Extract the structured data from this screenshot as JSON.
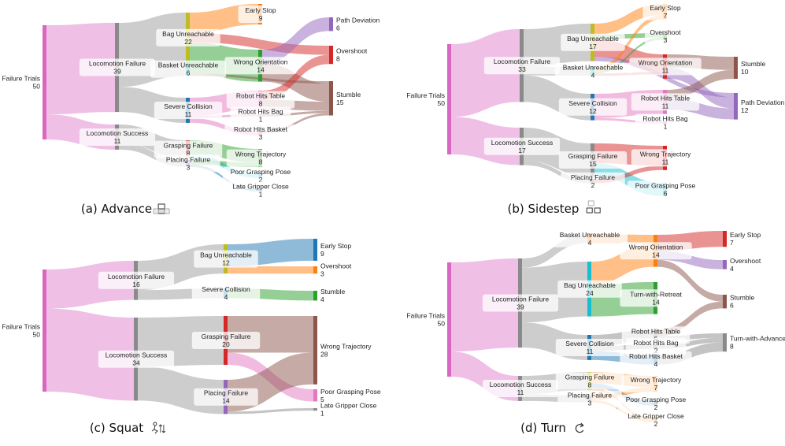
{
  "colors": {
    "root": "#d966c0",
    "gray": "#8a8a8a",
    "orange": "#ff7f0e",
    "purple": "#9467bd",
    "red": "#d62728",
    "brown": "#8c564b",
    "green": "#2ca02c",
    "cyan": "#17becf",
    "blue": "#1f77b4",
    "olive": "#bcbd22",
    "pink": "#e377c2"
  },
  "panels": [
    {
      "caption": "(a) Advance",
      "icon": "advance-icon",
      "nodes": [
        {
          "id": "ft",
          "label": "Failure Trials",
          "value": "50",
          "color": "root"
        },
        {
          "id": "lf",
          "label": "Locomotion Failure",
          "value": "39",
          "color": "gray"
        },
        {
          "id": "ls",
          "label": "Locomotion Success",
          "value": "11",
          "color": "gray"
        },
        {
          "id": "bu",
          "label": "Bag Unreachable",
          "value": "22",
          "color": "olive"
        },
        {
          "id": "bk",
          "label": "Basket Unreachable",
          "value": "6",
          "color": "cyan"
        },
        {
          "id": "sc",
          "label": "Severe Collision",
          "value": "11",
          "color": "blue"
        },
        {
          "id": "gf",
          "label": "Grasping Failure",
          "value": "8",
          "color": "red"
        },
        {
          "id": "pf",
          "label": "Placing Failure",
          "value": "3",
          "color": "purple"
        },
        {
          "id": "wo",
          "label": "Wrong Orientation",
          "value": "14",
          "color": "green"
        },
        {
          "id": "rt",
          "label": "Robot Hits Table",
          "value": "8",
          "color": "pink"
        },
        {
          "id": "rb",
          "label": "Robot Hits Bag",
          "value": "1",
          "color": "pink"
        },
        {
          "id": "rk",
          "label": "Robot Hits Basket",
          "value": "3",
          "color": "pink"
        },
        {
          "id": "es",
          "label": "Early Stop",
          "value": "9",
          "color": "orange"
        },
        {
          "id": "pd",
          "label": "Path Deviation",
          "value": "6",
          "color": "purple"
        },
        {
          "id": "os",
          "label": "Overshoot",
          "value": "8",
          "color": "red"
        },
        {
          "id": "st",
          "label": "Stumble",
          "value": "15",
          "color": "brown"
        },
        {
          "id": "wt",
          "label": "Wrong Trajectory",
          "value": "8",
          "color": "green"
        },
        {
          "id": "pg",
          "label": "Poor Grasping Pose",
          "value": "2",
          "color": "cyan"
        },
        {
          "id": "lg",
          "label": "Late Gripper Close",
          "value": "1",
          "color": "blue"
        }
      ],
      "links": [
        [
          "ft",
          "lf",
          39
        ],
        [
          "ft",
          "ls",
          11
        ],
        [
          "lf",
          "bu",
          22
        ],
        [
          "lf",
          "bk",
          6
        ],
        [
          "lf",
          "sc",
          11
        ],
        [
          "ls",
          "gf",
          8
        ],
        [
          "ls",
          "pf",
          3
        ],
        [
          "bu",
          "es",
          9
        ],
        [
          "bu",
          "os",
          4
        ],
        [
          "bu",
          "wo",
          9
        ],
        [
          "bk",
          "wo",
          5
        ],
        [
          "bk",
          "st",
          1
        ],
        [
          "sc",
          "rt",
          8
        ],
        [
          "sc",
          "rb",
          1
        ],
        [
          "sc",
          "rk",
          2
        ],
        [
          "wo",
          "pd",
          6
        ],
        [
          "wo",
          "st",
          8
        ],
        [
          "rt",
          "os",
          4
        ],
        [
          "rt",
          "st",
          4
        ],
        [
          "rb",
          "st",
          1
        ],
        [
          "rk",
          "st",
          1
        ],
        [
          "gf",
          "wt",
          6
        ],
        [
          "gf",
          "pg",
          2
        ],
        [
          "pf",
          "wt",
          2
        ],
        [
          "pf",
          "lg",
          1
        ]
      ]
    },
    {
      "caption": "(b) Sidestep",
      "icon": "sidestep-icon",
      "nodes": [
        {
          "id": "ft",
          "label": "Failure Trials",
          "value": "50",
          "color": "root"
        },
        {
          "id": "lf",
          "label": "Locomotion Failure",
          "value": "33",
          "color": "gray"
        },
        {
          "id": "ls",
          "label": "Locomotion Success",
          "value": "17",
          "color": "gray"
        },
        {
          "id": "bu",
          "label": "Bag Unreachable",
          "value": "17",
          "color": "olive"
        },
        {
          "id": "bk",
          "label": "Basket Unreachable",
          "value": "4",
          "color": "cyan"
        },
        {
          "id": "sc",
          "label": "Severe Collision",
          "value": "12",
          "color": "blue"
        },
        {
          "id": "gf",
          "label": "Grasping Failure",
          "value": "15",
          "color": "gray"
        },
        {
          "id": "pf",
          "label": "Placing Failure",
          "value": "2",
          "color": "gray"
        },
        {
          "id": "es",
          "label": "Early Stop",
          "value": "7",
          "color": "orange"
        },
        {
          "id": "os",
          "label": "Overshoot",
          "value": "3",
          "color": "green"
        },
        {
          "id": "wo",
          "label": "Wrong Orientation",
          "value": "11",
          "color": "red"
        },
        {
          "id": "rt",
          "label": "Robot Hits Table",
          "value": "11",
          "color": "pink"
        },
        {
          "id": "rb",
          "label": "Robot Hits Bag",
          "value": "1",
          "color": "pink"
        },
        {
          "id": "st",
          "label": "Stumble",
          "value": "10",
          "color": "brown"
        },
        {
          "id": "pd",
          "label": "Path Deviation",
          "value": "12",
          "color": "purple"
        },
        {
          "id": "wt",
          "label": "Wrong Trajectory",
          "value": "11",
          "color": "red"
        },
        {
          "id": "pg",
          "label": "Poor Grasping Pose",
          "value": "6",
          "color": "cyan"
        }
      ],
      "links": [
        [
          "ft",
          "lf",
          33
        ],
        [
          "ft",
          "ls",
          17
        ],
        [
          "lf",
          "bu",
          17
        ],
        [
          "lf",
          "bk",
          4
        ],
        [
          "lf",
          "sc",
          12
        ],
        [
          "ls",
          "gf",
          15
        ],
        [
          "ls",
          "pf",
          2
        ],
        [
          "bu",
          "es",
          5
        ],
        [
          "bu",
          "os",
          2
        ],
        [
          "bu",
          "wo",
          8
        ],
        [
          "bu",
          "pd",
          2
        ],
        [
          "bk",
          "es",
          2
        ],
        [
          "bk",
          "os",
          1
        ],
        [
          "bk",
          "wo",
          1
        ],
        [
          "sc",
          "rt",
          11
        ],
        [
          "sc",
          "rb",
          1
        ],
        [
          "wo",
          "st",
          6
        ],
        [
          "wo",
          "pd",
          5
        ],
        [
          "rt",
          "st",
          4
        ],
        [
          "rt",
          "pd",
          5
        ],
        [
          "gf",
          "wt",
          9
        ],
        [
          "gf",
          "pg",
          6
        ],
        [
          "pf",
          "wt",
          2
        ]
      ]
    },
    {
      "caption": "(c) Squat",
      "icon": "squat-icon",
      "nodes": [
        {
          "id": "ft",
          "label": "Failure Trials",
          "value": "50",
          "color": "root"
        },
        {
          "id": "lf",
          "label": "Locomotion Failure",
          "value": "16",
          "color": "gray"
        },
        {
          "id": "ls",
          "label": "Locomotion Success",
          "value": "34",
          "color": "gray"
        },
        {
          "id": "bu",
          "label": "Bag Unreachable",
          "value": "12",
          "color": "olive"
        },
        {
          "id": "sc",
          "label": "Severe Collision",
          "value": "4",
          "color": "blue"
        },
        {
          "id": "gf",
          "label": "Grasping Failure",
          "value": "20",
          "color": "red"
        },
        {
          "id": "pf",
          "label": "Placing Failure",
          "value": "14",
          "color": "purple"
        },
        {
          "id": "es",
          "label": "Early Stop",
          "value": "9",
          "color": "blue"
        },
        {
          "id": "os",
          "label": "Overshoot",
          "value": "3",
          "color": "orange"
        },
        {
          "id": "st",
          "label": "Stumble",
          "value": "4",
          "color": "green"
        },
        {
          "id": "wt",
          "label": "Wrong Trajectory",
          "value": "28",
          "color": "brown"
        },
        {
          "id": "pg",
          "label": "Poor Grasping Pose",
          "value": "5",
          "color": "pink"
        },
        {
          "id": "lg",
          "label": "Late Gripper Close",
          "value": "1",
          "color": "gray"
        }
      ],
      "links": [
        [
          "ft",
          "lf",
          16
        ],
        [
          "ft",
          "ls",
          34
        ],
        [
          "lf",
          "bu",
          12
        ],
        [
          "lf",
          "sc",
          4
        ],
        [
          "ls",
          "gf",
          20
        ],
        [
          "ls",
          "pf",
          14
        ],
        [
          "bu",
          "es",
          9
        ],
        [
          "bu",
          "os",
          3
        ],
        [
          "sc",
          "st",
          4
        ],
        [
          "gf",
          "wt",
          15
        ],
        [
          "gf",
          "pg",
          5
        ],
        [
          "pf",
          "wt",
          13
        ],
        [
          "pf",
          "lg",
          1
        ]
      ]
    },
    {
      "caption": "(d) Turn",
      "icon": "turn-icon",
      "nodes": [
        {
          "id": "ft",
          "label": "Failure Trials",
          "value": "50",
          "color": "root"
        },
        {
          "id": "lf",
          "label": "Locomotion Failure",
          "value": "39",
          "color": "gray"
        },
        {
          "id": "ls",
          "label": "Locomotion Success",
          "value": "11",
          "color": "gray"
        },
        {
          "id": "bk",
          "label": "Basket Unreachable",
          "value": "4",
          "color": "orange"
        },
        {
          "id": "bu",
          "label": "Bag Unreachable",
          "value": "24",
          "color": "cyan"
        },
        {
          "id": "sc",
          "label": "Severe Collision",
          "value": "11",
          "color": "blue"
        },
        {
          "id": "gf",
          "label": "Grasping Failure",
          "value": "8",
          "color": "olive"
        },
        {
          "id": "pf",
          "label": "Placing Failure",
          "value": "3",
          "color": "gray"
        },
        {
          "id": "wo",
          "label": "Wrong Orientation",
          "value": "14",
          "color": "orange"
        },
        {
          "id": "tr",
          "label": "Turn-with-Retreat",
          "value": "14",
          "color": "green"
        },
        {
          "id": "rt",
          "label": "Robot Hits Table",
          "value": "5",
          "color": "gray"
        },
        {
          "id": "rb",
          "label": "Robot Hits Bag",
          "value": "2",
          "color": "gray"
        },
        {
          "id": "rk",
          "label": "Robot Hits Basket",
          "value": "4",
          "color": "blue"
        },
        {
          "id": "es",
          "label": "Early Stop",
          "value": "7",
          "color": "red"
        },
        {
          "id": "os",
          "label": "Overshoot",
          "value": "4",
          "color": "purple"
        },
        {
          "id": "st",
          "label": "Stumble",
          "value": "6",
          "color": "brown"
        },
        {
          "id": "ta",
          "label": "Turn-with-Advance",
          "value": "8",
          "color": "gray"
        },
        {
          "id": "wt",
          "label": "Wrong Trajectory",
          "value": "7",
          "color": "orange"
        },
        {
          "id": "pg",
          "label": "Poor Grasping Pose",
          "value": "2",
          "color": "blue"
        },
        {
          "id": "lg",
          "label": "Late Gripper Close",
          "value": "2",
          "color": "orange"
        }
      ],
      "links": [
        [
          "ft",
          "lf",
          39
        ],
        [
          "ft",
          "ls",
          11
        ],
        [
          "lf",
          "bk",
          4
        ],
        [
          "lf",
          "bu",
          24
        ],
        [
          "lf",
          "sc",
          11
        ],
        [
          "ls",
          "gf",
          8
        ],
        [
          "ls",
          "pf",
          3
        ],
        [
          "bk",
          "wo",
          4
        ],
        [
          "bu",
          "wo",
          10
        ],
        [
          "bu",
          "tr",
          14
        ],
        [
          "sc",
          "rt",
          5
        ],
        [
          "sc",
          "rb",
          2
        ],
        [
          "sc",
          "rk",
          4
        ],
        [
          "wo",
          "es",
          7
        ],
        [
          "wo",
          "os",
          4
        ],
        [
          "wo",
          "st",
          3
        ],
        [
          "rt",
          "st",
          3
        ],
        [
          "rt",
          "ta",
          2
        ],
        [
          "rb",
          "ta",
          2
        ],
        [
          "rk",
          "ta",
          4
        ],
        [
          "gf",
          "wt",
          5
        ],
        [
          "gf",
          "pg",
          2
        ],
        [
          "gf",
          "lg",
          1
        ],
        [
          "pf",
          "wt",
          2
        ],
        [
          "pf",
          "lg",
          1
        ]
      ]
    }
  ]
}
